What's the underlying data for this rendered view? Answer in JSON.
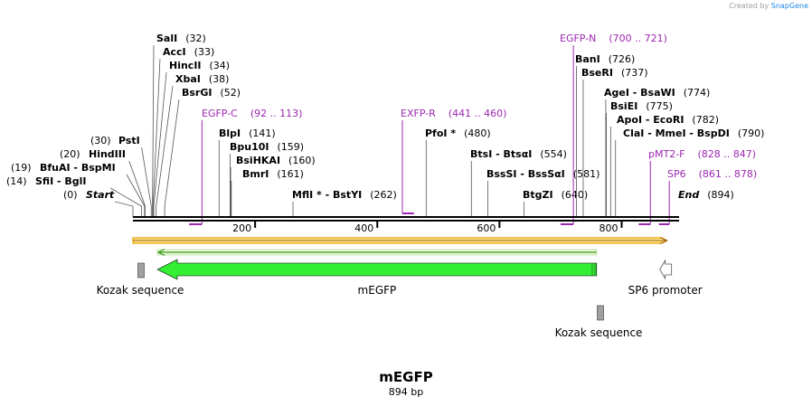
{
  "credit": {
    "prefix": "Created by",
    "brand": "SnapGene"
  },
  "sequence": {
    "name": "mEGFP",
    "length_label": "894 bp",
    "length": 894
  },
  "ruler": {
    "ticks": [
      {
        "label": "200",
        "pos": 200
      },
      {
        "label": "400",
        "pos": 400
      },
      {
        "label": "600",
        "pos": 600
      },
      {
        "label": "800",
        "pos": 800
      }
    ]
  },
  "enzymes": [
    {
      "name": "SalI",
      "num": "(32)",
      "site": 32,
      "italic": false
    },
    {
      "name": "AccI",
      "num": "(33)",
      "site": 33,
      "italic": false
    },
    {
      "name": "HincII",
      "num": "(34)",
      "site": 34,
      "italic": false
    },
    {
      "name": "XbaI",
      "num": "(38)",
      "site": 38,
      "italic": false
    },
    {
      "name": "BsrGI",
      "num": "(52)",
      "site": 52,
      "italic": false
    },
    {
      "name": "PstI",
      "num": "(30)",
      "site": 30,
      "italic": false
    },
    {
      "name": "HindIII",
      "num": "(20)",
      "site": 20,
      "italic": false
    },
    {
      "name": "BfuAI  -  BspMI",
      "num": "(19)",
      "site": 19,
      "italic": false
    },
    {
      "name": "SfiI  -  BglI",
      "num": "(14)",
      "site": 14,
      "italic": false
    },
    {
      "name": "Start",
      "num": "(0)",
      "site": 0,
      "italic": true
    },
    {
      "name": "BlpI",
      "num": "(141)",
      "site": 141,
      "italic": false
    },
    {
      "name": "Bpu10I",
      "num": "(159)",
      "site": 159,
      "italic": false
    },
    {
      "name": "BsiHKAI",
      "num": "(160)",
      "site": 160,
      "italic": false
    },
    {
      "name": "BmrI",
      "num": "(161)",
      "site": 161,
      "italic": false
    },
    {
      "name": "MflI *  -  BstYI",
      "num": "(262)",
      "site": 262,
      "italic": false
    },
    {
      "name": "PfoI *",
      "num": "(480)",
      "site": 480,
      "italic": false
    },
    {
      "name": "BtsI  -  BtsαI",
      "num": "(554)",
      "site": 554,
      "italic": false
    },
    {
      "name": "BssSI  -  BssSαI",
      "num": "(581)",
      "site": 581,
      "italic": false
    },
    {
      "name": "BtgZI",
      "num": "(640)",
      "site": 640,
      "italic": false
    },
    {
      "name": "BanI",
      "num": "(726)",
      "site": 726,
      "italic": false
    },
    {
      "name": "BseRI",
      "num": "(737)",
      "site": 737,
      "italic": false
    },
    {
      "name": "AgeI  -  BsaWI",
      "num": "(774)",
      "site": 774,
      "italic": false
    },
    {
      "name": "BsiEI",
      "num": "(775)",
      "site": 775,
      "italic": false
    },
    {
      "name": "ApoI  -  EcoRI",
      "num": "(782)",
      "site": 782,
      "italic": false
    },
    {
      "name": "ClaI  -  MmeI  -  BspDI",
      "num": "(790)",
      "site": 790,
      "italic": false
    },
    {
      "name": "End",
      "num": "(894)",
      "site": 894,
      "italic": true
    }
  ],
  "primers": [
    {
      "name": "EGFP-N",
      "range": "(700 .. 721)",
      "start": 700,
      "end": 721,
      "direction": "reverse"
    },
    {
      "name": "EGFP-C",
      "range": "(92 .. 113)",
      "start": 92,
      "end": 113,
      "direction": "reverse"
    },
    {
      "name": "EXFP-R",
      "range": "(441 .. 460)",
      "start": 441,
      "end": 460,
      "direction": "forward"
    },
    {
      "name": "pMT2-F",
      "range": "(828 .. 847)",
      "start": 828,
      "end": 847,
      "direction": "reverse"
    },
    {
      "name": "SP6",
      "range": "(861 .. 878)",
      "start": 861,
      "end": 878,
      "direction": "reverse"
    }
  ],
  "features": [
    {
      "label": "Kozak sequence",
      "start": 6,
      "end": 15
    },
    {
      "label": "mEGFP",
      "start": 40,
      "end": 759
    },
    {
      "label": "SP6 promoter",
      "start": 858,
      "end": 876
    },
    {
      "label": "Kozak sequence",
      "start": 761,
      "end": 770
    }
  ],
  "colors": {
    "primer": "#9c27b0",
    "feature_green": "#33ee33",
    "orf_orange": "#f4a000",
    "orf_yellow": "#f7e88f",
    "orf_green": "#3a9a1a",
    "kozak_gray": "#a0a0a0",
    "backbone": "#000000"
  }
}
